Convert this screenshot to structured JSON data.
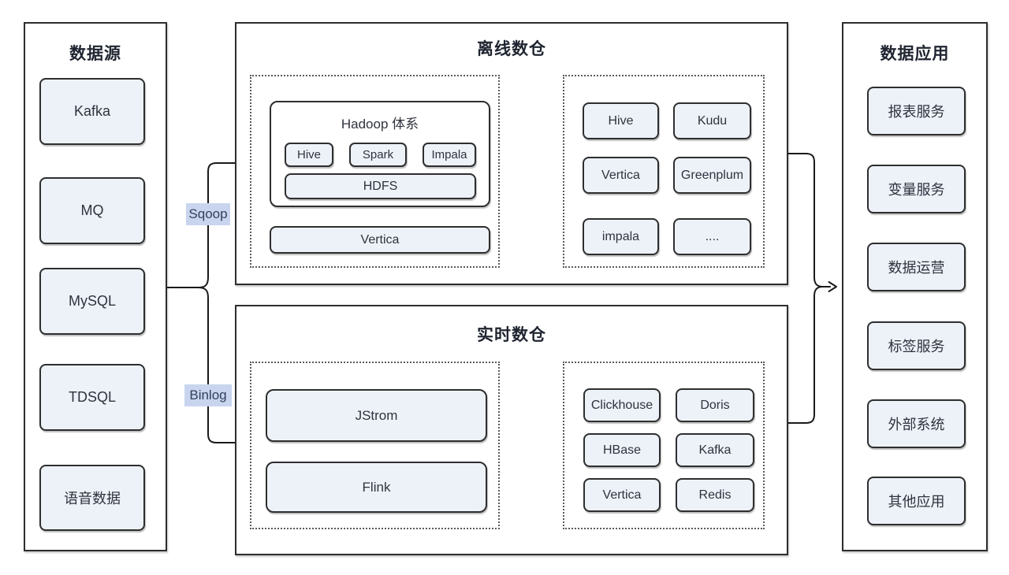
{
  "colors": {
    "node_fill": "#edf2f9",
    "node_border": "#2e2e2e",
    "panel_border": "#2d2d2d",
    "edge_label_bg": "#c9d5ef",
    "edge_label_text": "#33415c",
    "arrow": "#1a1a1a",
    "text": "#30323d",
    "title": "#1f2430"
  },
  "data_sources": {
    "title": "数据源",
    "items": [
      "Kafka",
      "MQ",
      "MySQL",
      "TDSQL",
      "语音数据"
    ]
  },
  "offline_warehouse": {
    "title": "离线数仓",
    "hadoop": {
      "title": "Hadoop 体系",
      "components": [
        "Hive",
        "Spark",
        "Impala"
      ],
      "storage": "HDFS"
    },
    "extra_engine": "Vertica",
    "outputs": [
      "Hive",
      "Kudu",
      "Vertica",
      "Greenplum",
      "impala",
      "...."
    ]
  },
  "realtime_warehouse": {
    "title": "实时数仓",
    "engines": [
      "JStrom",
      "Flink"
    ],
    "outputs": [
      "Clickhouse",
      "Doris",
      "HBase",
      "Kafka",
      "Vertica",
      "Redis"
    ]
  },
  "data_applications": {
    "title": "数据应用",
    "items": [
      "报表服务",
      "变量服务",
      "数据运营",
      "标签服务",
      "外部系统",
      "其他应用"
    ]
  },
  "edge_labels": {
    "sqoop": "Sqoop",
    "binlog": "Binlog"
  }
}
